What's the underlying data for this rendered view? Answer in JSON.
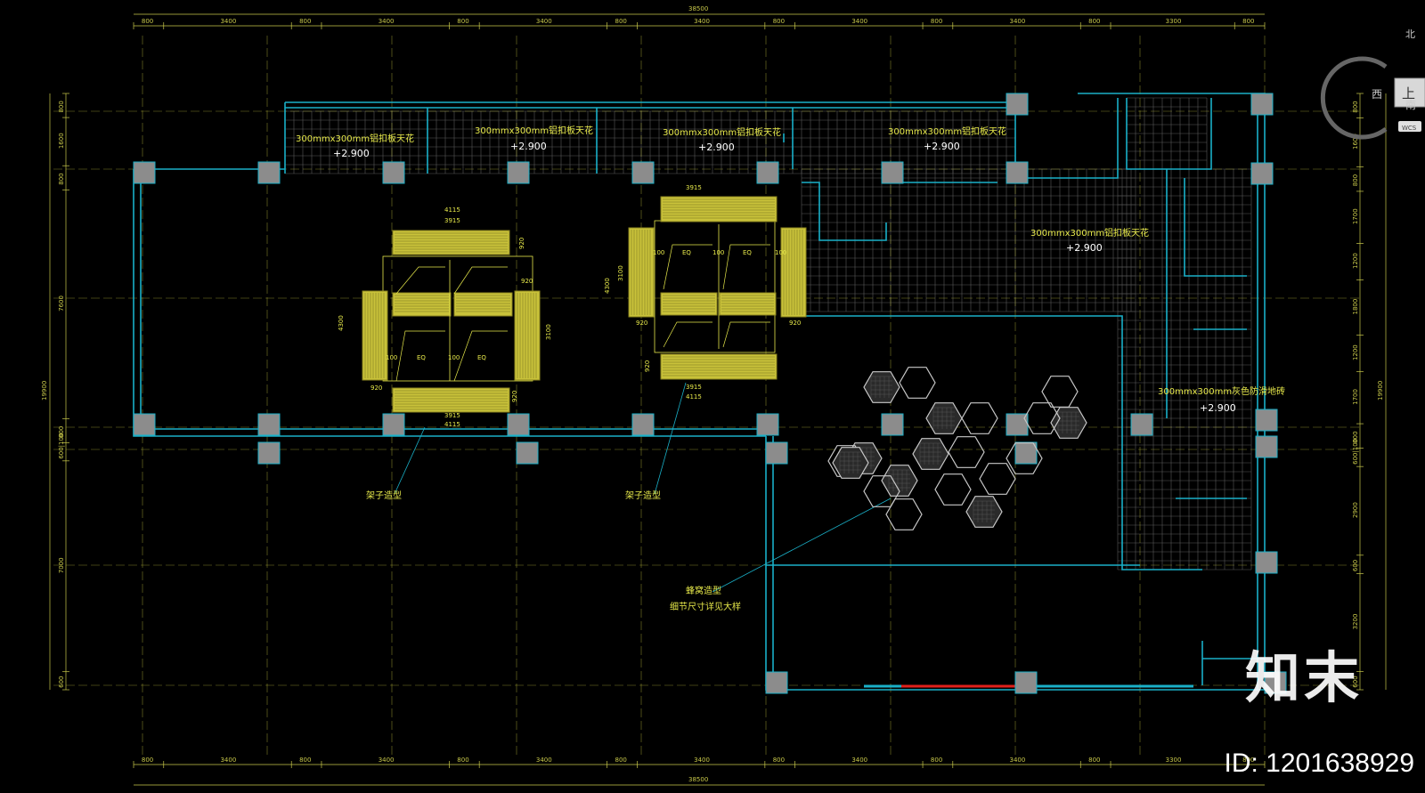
{
  "colors": {
    "wall": "#1ab0c8",
    "yellow": "#e6e84a",
    "furniture": "#c9c23a",
    "column": "#8c8c8c",
    "dim": "#c8c84a",
    "grid": "#5a5a5a",
    "red": "#e0201a",
    "white": "#ffffff"
  },
  "dims": {
    "top_total": "38500",
    "bottom_total": "38500",
    "top_segments": [
      "800",
      "3400",
      "800",
      "3400",
      "800",
      "3400",
      "800",
      "3400",
      "800",
      "3400",
      "800",
      "3400",
      "800",
      "3300",
      "800"
    ],
    "bottom_segments": [
      "800",
      "3400",
      "800",
      "3400",
      "800",
      "3400",
      "800",
      "3400",
      "800",
      "3400",
      "800",
      "3400",
      "800",
      "3300",
      "800"
    ],
    "left_total": "19900",
    "left_segments": [
      "800",
      "1600",
      "800",
      "7600",
      "800",
      "600|100",
      "7000",
      "600"
    ],
    "right_total": "19900",
    "right_segments": [
      "800",
      "1600",
      "800",
      "1700",
      "1200",
      "1800",
      "1200",
      "1700",
      "800",
      "600|100",
      "2900",
      "600",
      "3200",
      "600"
    ]
  },
  "labels": {
    "ceiling_1": "300mmx300mm铝扣板天花",
    "ceiling_2": "300mmx300mm铝扣板天花",
    "ceiling_3": "300mmx300mm铝扣板天花",
    "ceiling_4": "300mmx300mm铝扣板天花",
    "ceiling_5": "300mmx300mm铝扣板天花",
    "floor_tile": "300mmx300mm灰色防滑地砖",
    "level": "+2.900",
    "rack_1": "架子造型",
    "rack_2": "架子造型",
    "honeycomb_1": "蜂窝造型",
    "honeycomb_2": "细节尺寸详见大样"
  },
  "furniture_dims": {
    "w_outer": "4115",
    "w_inner": "3915",
    "h_outer": "4300",
    "h_inner": "3100",
    "side": "920",
    "gap": "100",
    "eq": "EQ"
  },
  "compass": {
    "north": "北",
    "west": "西",
    "south": "南",
    "up": "上",
    "wcs": "WCS"
  },
  "brand": "知末",
  "image_id": "ID: 1201638929"
}
